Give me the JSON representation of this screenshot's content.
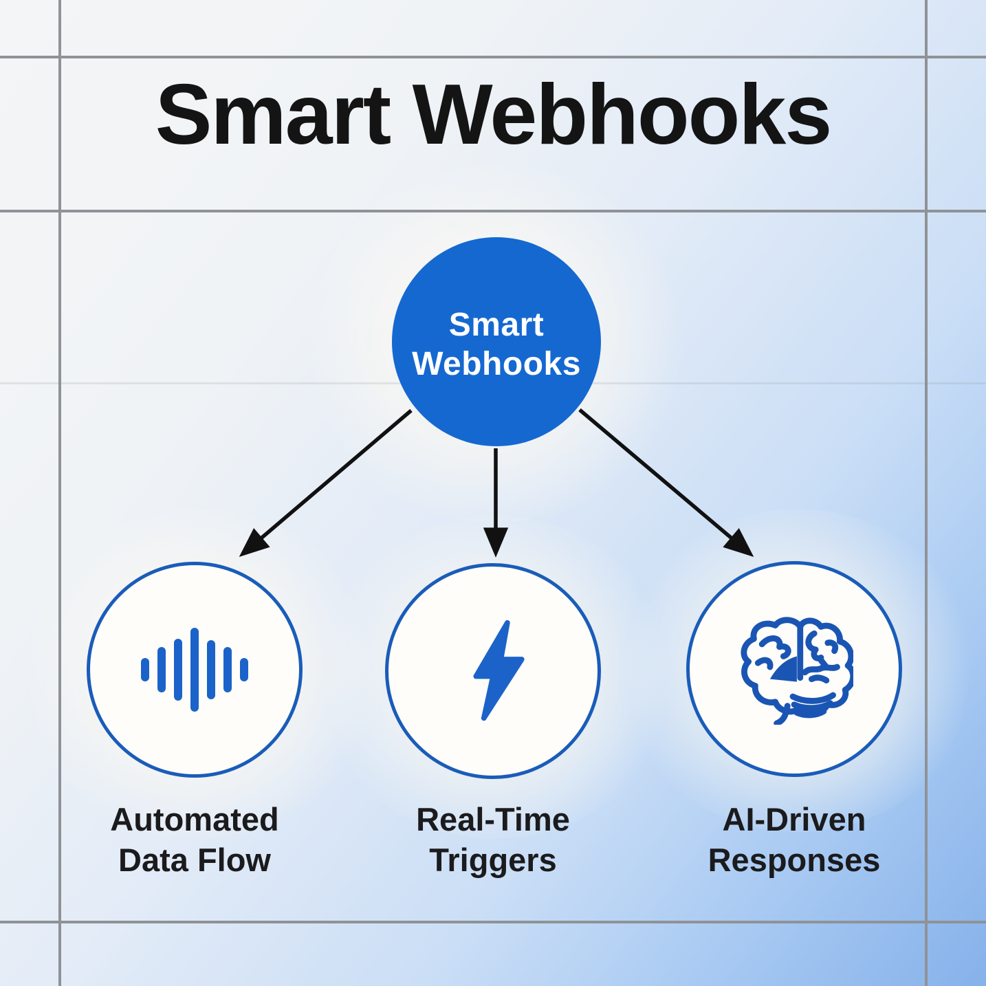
{
  "title": "Smart Webhooks",
  "center_node": {
    "label": "Smart Webhooks",
    "lines": [
      "Smart",
      "Webhooks"
    ]
  },
  "nodes": [
    {
      "id": "automated-data-flow",
      "icon": "waveform-icon",
      "label": "Automated Data Flow",
      "label_lines": [
        "Automated",
        "Data Flow"
      ]
    },
    {
      "id": "real-time-triggers",
      "icon": "lightning-icon",
      "label": "Real-Time Triggers",
      "label_lines": [
        "Real-Time",
        "Triggers"
      ]
    },
    {
      "id": "ai-driven-responses",
      "icon": "brain-icon",
      "label": "AI-Driven Responses",
      "label_lines": [
        "AI-Driven",
        "Responses"
      ]
    }
  ],
  "colors": {
    "center_node_blue": "#1568d0",
    "leaf_border_blue": "#1a5cb9",
    "icon_blue": "#1b63c9",
    "arrow_black": "#111111",
    "grid_line_gray": "#8f9296",
    "title_text": "#141414",
    "label_text": "#1b1b1d",
    "leaf_fill": "#fffdf9",
    "center_text": "#ffffff"
  }
}
